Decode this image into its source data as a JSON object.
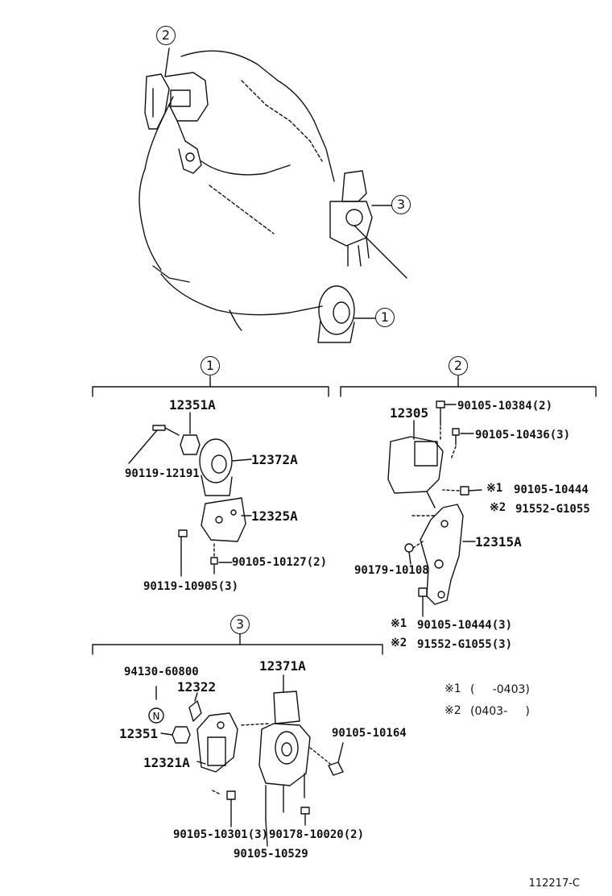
{
  "callouts": {
    "c1": "1",
    "c2": "2",
    "c3": "3"
  },
  "parts": {
    "p12351A": "12351A",
    "p90119_12191": "90119-12191",
    "p12372A": "12372A",
    "p12325A": "12325A",
    "p90105_10127": "90105-10127(2)",
    "p90119_10905": "90119-10905(3)",
    "p12305": "12305",
    "p90105_10384": "90105-10384(2)",
    "p90105_10436": "90105-10436(3)",
    "p90105_10444a": "90105-10444",
    "p91552_G1055a": "91552-G1055",
    "p12315A": "12315A",
    "p90179_10108": "90179-10108",
    "p90105_10444b": "90105-10444(3)",
    "p91552_G1055b": "91552-G1055(3)",
    "p94130_60800": "94130-60800",
    "p12322": "12322",
    "p12351": "12351",
    "p12321A": "12321A",
    "p12371A": "12371A",
    "p90105_10164": "90105-10164",
    "p90105_10301": "90105-10301(3)",
    "p90178_10020": "90178-10020(2)",
    "p90105_10529": "90105-10529"
  },
  "marks": {
    "m1": "※1",
    "m2": "※2"
  },
  "legend": {
    "l1_mark": "※1",
    "l1_text": "(     -0403)",
    "l2_mark": "※2",
    "l2_text": "(0403-     )"
  },
  "nut_symbol": "N",
  "footer": "112217-C"
}
